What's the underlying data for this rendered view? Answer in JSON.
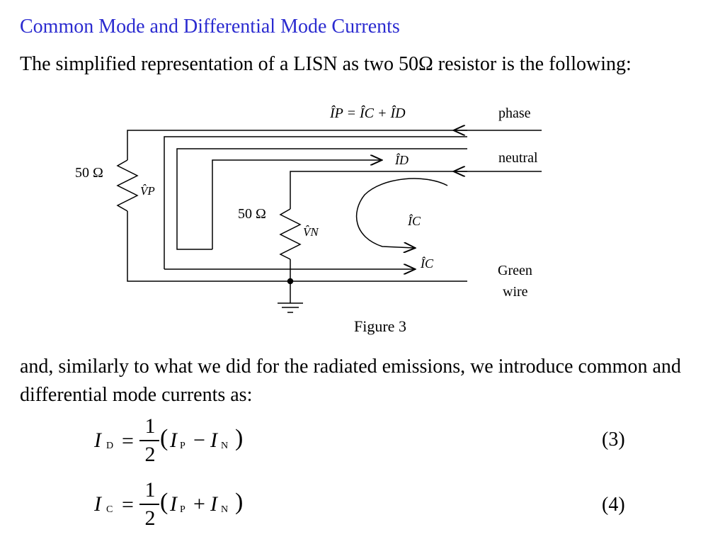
{
  "title": "Common Mode and Differential Mode Currents",
  "intro": "The simplified representation of a LISN as two 50Ω resistor is the following:",
  "figure": {
    "eq_label": "ÎP = ÎC + ÎD",
    "phase": "phase",
    "neutral": "neutral",
    "green": "Green",
    "wire": "wire",
    "r1": "50 Ω",
    "r2": "50 Ω",
    "vp": "V̂P",
    "vn": "V̂N",
    "id": "ÎD",
    "ic_loop": "ÎC",
    "ic_bottom": "ÎC",
    "caption": "Figure 3"
  },
  "para2": "and, similarly to what we did for the radiated emissions, we introduce common and differential mode currents as:",
  "equations": [
    {
      "lhs": "I",
      "lhs_sub": "D",
      "op": "−",
      "number": "(3)"
    },
    {
      "lhs": "I",
      "lhs_sub": "C",
      "op": "+",
      "number": "(4)"
    }
  ],
  "frac": {
    "num": "1",
    "den": "2"
  }
}
